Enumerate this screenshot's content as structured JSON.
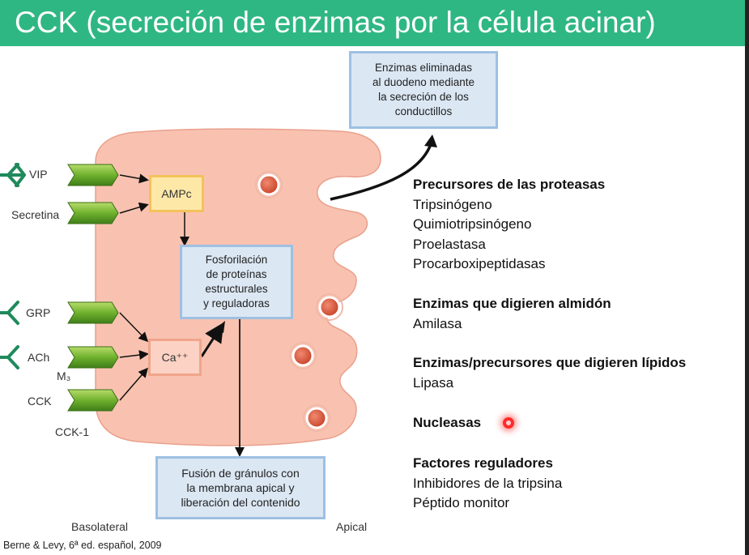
{
  "title": "CCK (secreción de enzimas por la célula acinar)",
  "boxes": {
    "enzimas_eliminadas": [
      "Enzimas eliminadas",
      "al duodeno mediante",
      "la secreción de los",
      "conductillos"
    ],
    "fosforilacion": [
      "Fosforilación",
      "de proteínas",
      "estructurales",
      "y reguladoras"
    ],
    "fusion": [
      "Fusión de gránulos con",
      "la membrana apical y",
      "liberación del contenido"
    ],
    "ampc": "AMPc",
    "ca": "Ca⁺⁺"
  },
  "receptor_labels": {
    "vip": "VIP",
    "secretina": "Secretina",
    "grp": "GRP",
    "ach": "ACh",
    "m3": "M₃",
    "cck": "CCK",
    "cck1": "CCK-1"
  },
  "side_labels": {
    "basolateral": "Basolateral",
    "apical": "Apical"
  },
  "enzyme_groups": [
    {
      "heading": "Precursores de las proteasas",
      "items": [
        "Tripsinógeno",
        "Quimiotripsinógeno",
        "Proelastasa",
        "Procarboxipeptidasas"
      ]
    },
    {
      "heading": "Enzimas que digieren almidón",
      "items": [
        "Amilasa"
      ]
    },
    {
      "heading": "Enzimas/precursores que digieren lípidos",
      "items": [
        "Lipasa"
      ]
    },
    {
      "heading": "Nucleasas",
      "items": []
    },
    {
      "heading": "Factores reguladores",
      "items": [
        "Inhibidores de la tripsina",
        "Péptido monitor"
      ]
    }
  ],
  "citation": "Berne  & Levy, 6ª ed. español, 2009",
  "colors": {
    "title_bar": "#2fb783",
    "cell": "#f9c2b0",
    "receptor": "#7fbf3a",
    "ligand": "#1f8a5c",
    "box_fill": "#dbe7f3",
    "box_border": "#9ec0e2"
  }
}
